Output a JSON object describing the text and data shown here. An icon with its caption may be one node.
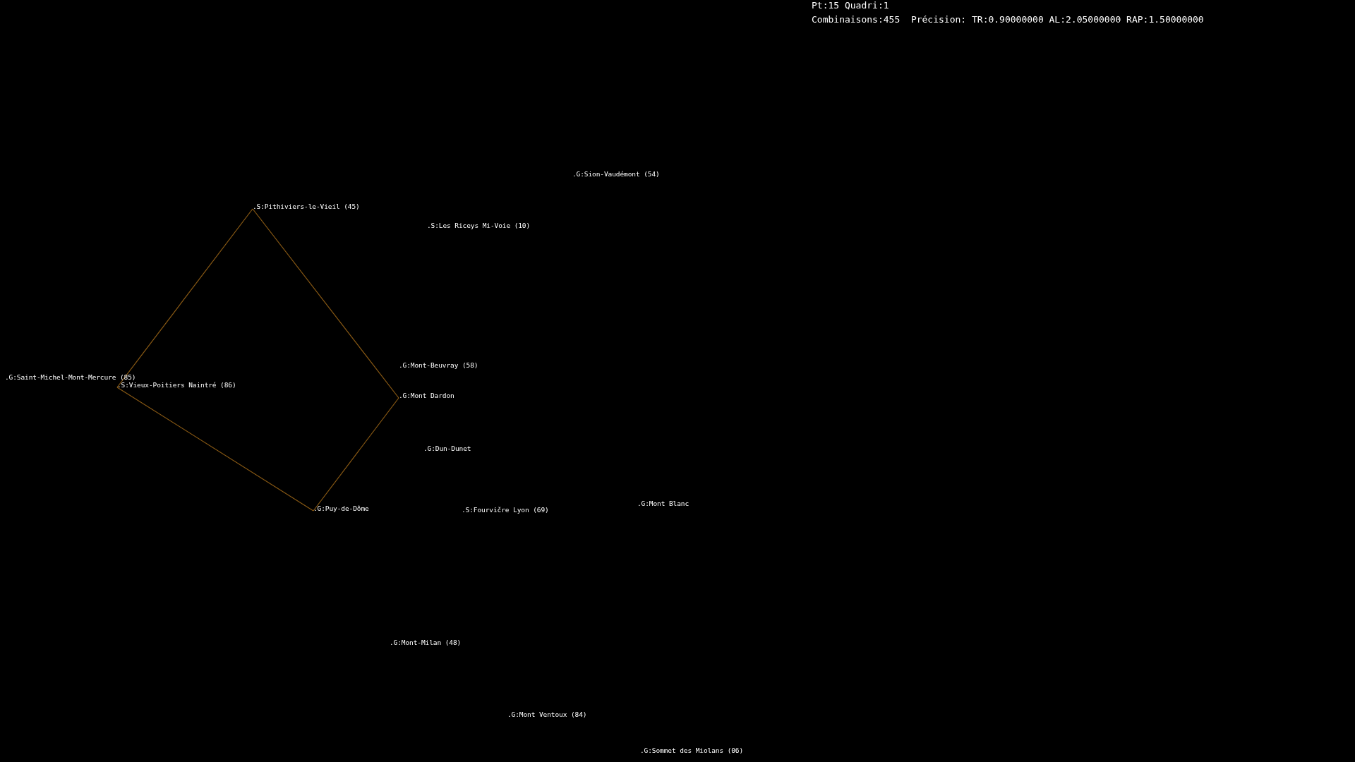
{
  "diagram": {
    "nodes": [
      {
        "text": [
          ".G:Sion-Vaudémont (54)"
        ]
      },
      {
        "text": [
          ".S:Pithiviers-le-Vieil (45)"
        ]
      },
      {
        "text": [
          ".S:Les Riceys Mi-Voie (10)"
        ]
      },
      {
        "text": [
          ".G:Mont-Beuvray (58)"
        ]
      },
      {
        "text": [
          ".G:Saint-Michel-Mont-Mercure (85)"
        ]
      },
      {
        "text": [
          ".S:Vieux-Poitiers Naintré (86)"
        ]
      },
      {
        "text": [
          ".G:Mont Dardon"
        ]
      },
      {
        "text": [
          ".G:Dun-Dunet"
        ]
      },
      {
        "text": [
          ".G:Mont Blanc"
        ]
      },
      {
        "text": [
          ".G:Puy-de-Dôme"
        ]
      },
      {
        "text": [
          ".S:Fourvičre Lyon (69)"
        ]
      },
      {
        "text": [
          ".G:Mont-Milan (48)"
        ]
      },
      {
        "text": [
          ".G:Mont Ventoux (84)"
        ]
      },
      {
        "text": [
          ".G:Sommet des Miolans (06)"
        ]
      }
    ],
    "edges": [
      {
        "from": 1,
        "to": 6,
        "arrow": "none"
      },
      {
        "from": 6,
        "to": 9,
        "arrow": "none"
      },
      {
        "from": 9,
        "to": 5,
        "arrow": "none"
      },
      {
        "from": 5,
        "to": 1,
        "arrow": "none"
      }
    ],
    "labels": [
      "Pt:15 Quadri:1",
      "Combinaisons:455  Précision: TR:0.90000000 AL:2.05000000 RAP:1.50000000"
    ]
  }
}
